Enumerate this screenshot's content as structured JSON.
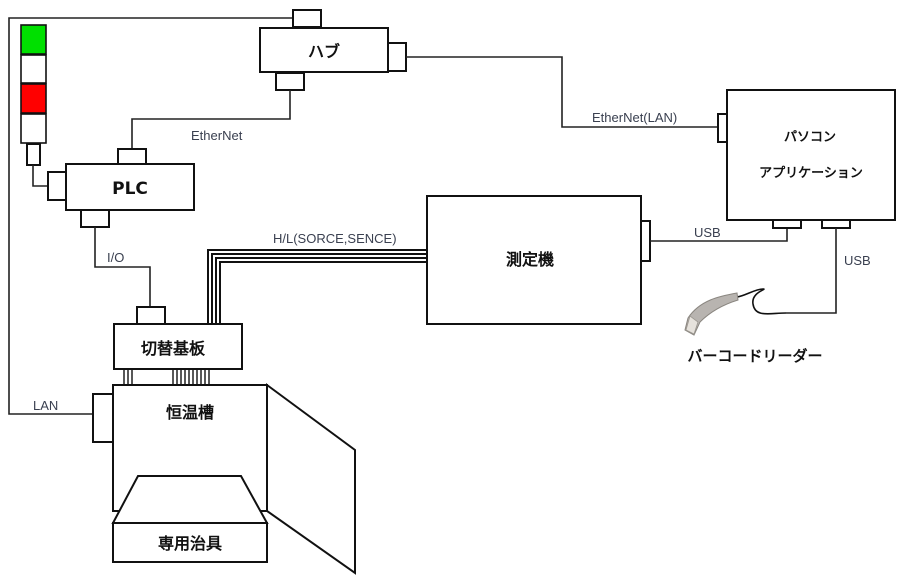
{
  "diagram": {
    "nodes": {
      "hub": "ハブ",
      "plc": "PLC",
      "pc_line1": "パソコン",
      "pc_line2": "アプリケーション",
      "meter": "測定機",
      "switch_board": "切替基板",
      "chamber": "恒温槽",
      "jig": "専用治具",
      "barcode_reader": "バーコードリーダー"
    },
    "connections": {
      "hub_plc": "EtherNet",
      "hub_pc": "EtherNet(LAN)",
      "plc_board": "I/O",
      "board_meter": "H/L(SORCE,SENCE)",
      "meter_pc": "USB",
      "reader_pc": "USB",
      "chamber_hub": "LAN"
    },
    "signal_tower": {
      "lamps": [
        {
          "state": "green",
          "color": "#00e000"
        },
        {
          "state": "off",
          "color": "#ffffff"
        },
        {
          "state": "red",
          "color": "#ff0000"
        },
        {
          "state": "off",
          "color": "#ffffff"
        }
      ]
    }
  }
}
